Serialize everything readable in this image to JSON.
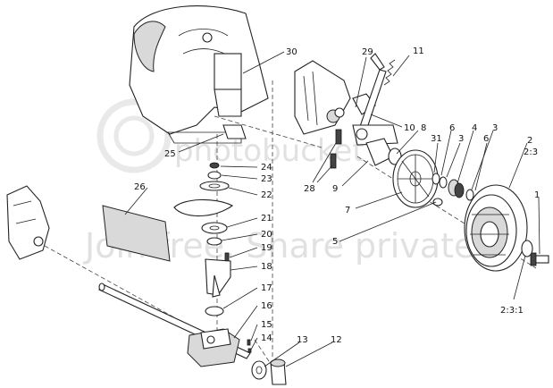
{
  "watermark": {
    "brand": "photobucket",
    "tagline": "Join free. Share privately."
  },
  "callouts": [
    {
      "id": "30",
      "label": "30"
    },
    {
      "id": "29",
      "label": "29"
    },
    {
      "id": "11",
      "label": "11"
    },
    {
      "id": "10",
      "label": "10"
    },
    {
      "id": "8",
      "label": "8"
    },
    {
      "id": "6a",
      "label": "6"
    },
    {
      "id": "4",
      "label": "4"
    },
    {
      "id": "3a",
      "label": "3"
    },
    {
      "id": "31",
      "label": "31"
    },
    {
      "id": "3b",
      "label": "3"
    },
    {
      "id": "6b",
      "label": "6"
    },
    {
      "id": "2",
      "label": "2"
    },
    {
      "id": "2_3",
      "label": "2:3"
    },
    {
      "id": "25",
      "label": "25"
    },
    {
      "id": "24",
      "label": "24"
    },
    {
      "id": "23",
      "label": "23"
    },
    {
      "id": "28",
      "label": "28"
    },
    {
      "id": "9",
      "label": "9"
    },
    {
      "id": "26",
      "label": "26"
    },
    {
      "id": "22",
      "label": "22"
    },
    {
      "id": "7",
      "label": "7"
    },
    {
      "id": "1",
      "label": "1"
    },
    {
      "id": "21",
      "label": "21"
    },
    {
      "id": "20",
      "label": "20"
    },
    {
      "id": "19",
      "label": "19"
    },
    {
      "id": "5",
      "label": "5"
    },
    {
      "id": "18",
      "label": "18"
    },
    {
      "id": "17",
      "label": "17"
    },
    {
      "id": "2_3_1",
      "label": "2:3:1"
    },
    {
      "id": "16",
      "label": "16"
    },
    {
      "id": "15",
      "label": "15"
    },
    {
      "id": "14",
      "label": "14"
    },
    {
      "id": "13",
      "label": "13"
    },
    {
      "id": "12",
      "label": "12"
    }
  ]
}
